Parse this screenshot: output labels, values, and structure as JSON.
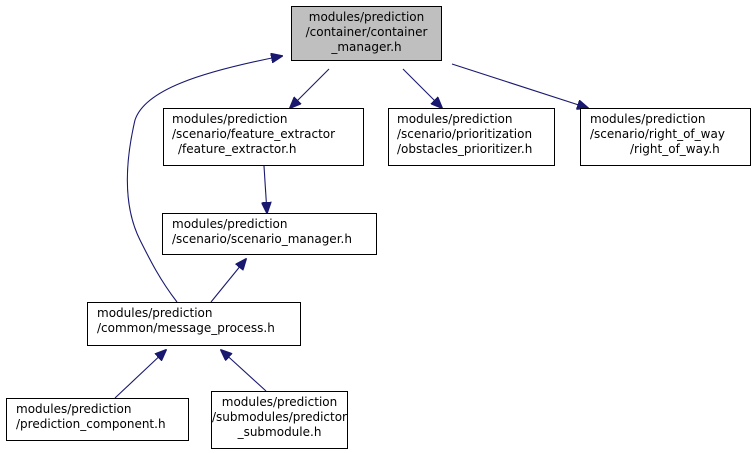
{
  "colors": {
    "edge": "#191970",
    "current_node_fill": "#bfbfbf",
    "node_fill": "#ffffff",
    "node_border": "#000000"
  },
  "nodes": {
    "container_manager": {
      "lines": [
        "modules/prediction",
        "/container/container",
        "_manager.h"
      ]
    },
    "feature_extractor": {
      "lines": [
        "modules/prediction",
        "/scenario/feature_extractor",
        "/feature_extractor.h"
      ]
    },
    "obstacles_prioritizer": {
      "lines": [
        "modules/prediction",
        "/scenario/prioritization",
        "/obstacles_prioritizer.h"
      ]
    },
    "right_of_way": {
      "lines": [
        "modules/prediction",
        "/scenario/right_of_way",
        "/right_of_way.h"
      ]
    },
    "scenario_manager": {
      "lines": [
        "modules/prediction",
        "/scenario/scenario_manager.h"
      ]
    },
    "message_process": {
      "lines": [
        "modules/prediction",
        "/common/message_process.h"
      ]
    },
    "prediction_component": {
      "lines": [
        "modules/prediction",
        "/prediction_component.h"
      ]
    },
    "predictor_submodule": {
      "lines": [
        "modules/prediction",
        "/submodules/predictor",
        "_submodule.h"
      ]
    }
  }
}
